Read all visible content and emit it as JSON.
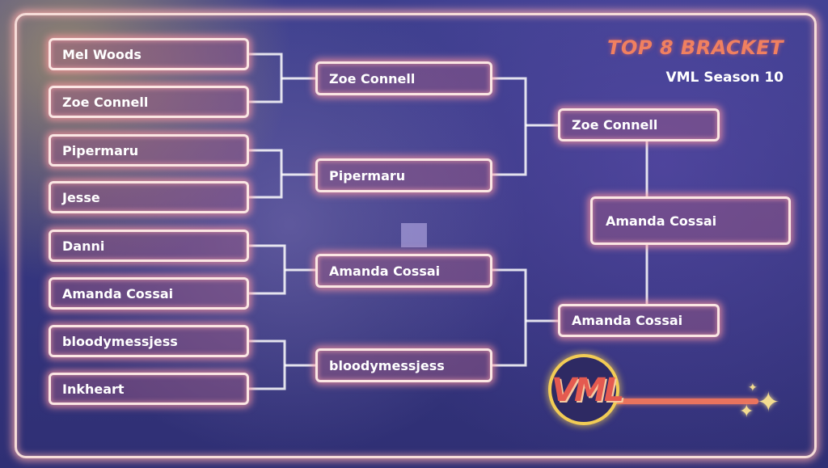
{
  "header": {
    "title": "TOP 8 BRACKET",
    "subtitle": "VML Season 10"
  },
  "round1": [
    {
      "name": "Mel Woods"
    },
    {
      "name": "Zoe Connell"
    },
    {
      "name": "Pipermaru"
    },
    {
      "name": "Jesse"
    },
    {
      "name": "Danni"
    },
    {
      "name": "Amanda Cossai"
    },
    {
      "name": "bloodymessjess"
    },
    {
      "name": "Inkheart"
    }
  ],
  "round2": [
    {
      "name": "Zoe Connell"
    },
    {
      "name": "Pipermaru"
    },
    {
      "name": "Amanda Cossai"
    },
    {
      "name": "bloodymessjess"
    }
  ],
  "semis": [
    {
      "name": "Zoe Connell"
    },
    {
      "name": "Amanda Cossai"
    }
  ],
  "champion": {
    "name": "Amanda Cossai"
  },
  "logo": {
    "text": "VML",
    "stripe_color": "#e9735e",
    "ring_color": "#f2cc55"
  },
  "icons": {
    "sparkle": "sparkle-icon"
  },
  "colors": {
    "box_border": "#fbe6e3",
    "glow": "#ff9aa8",
    "title": "#f08060"
  }
}
